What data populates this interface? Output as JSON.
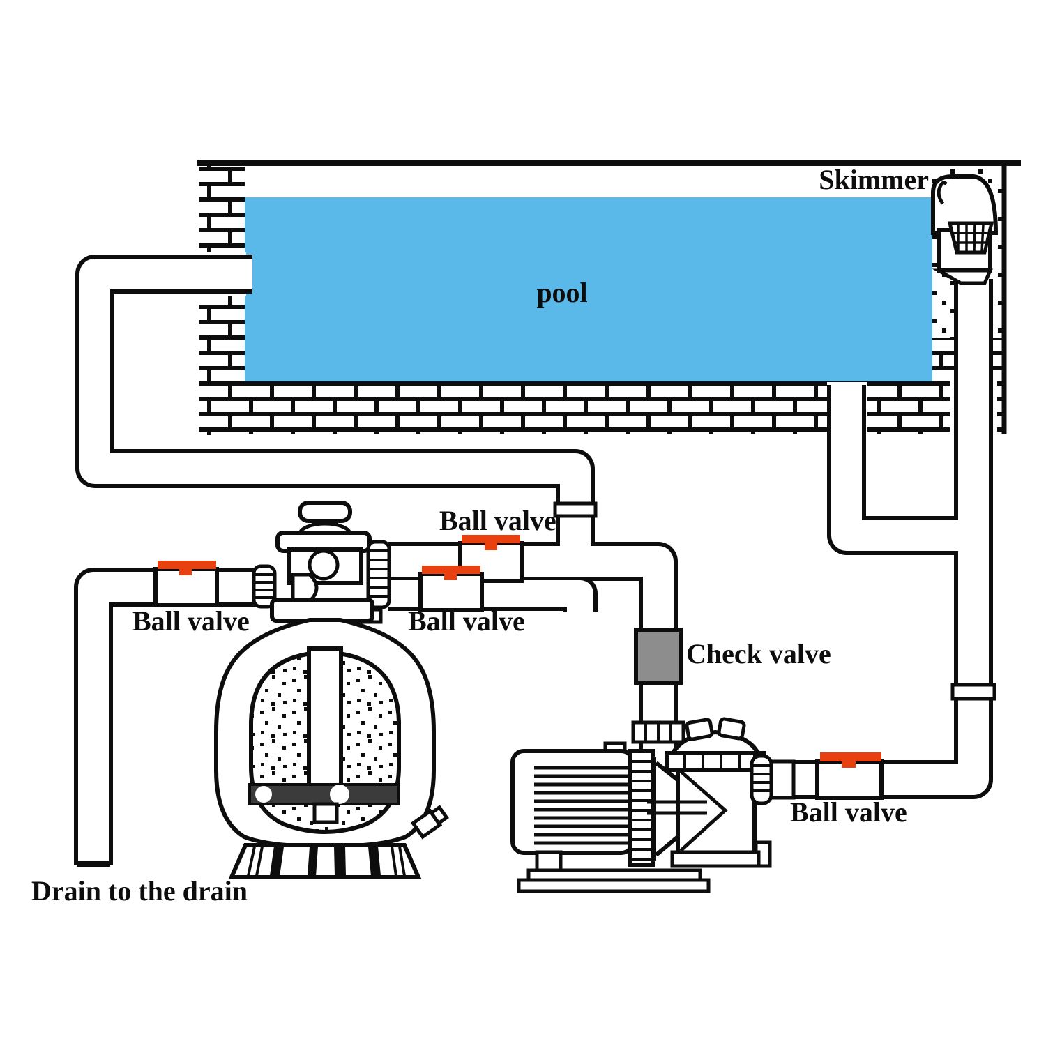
{
  "diagram": {
    "pool_label": "pool",
    "skimmer_label": "Skimmer",
    "check_valve_label": "Check valve",
    "drain_label": "Drain to the drain",
    "ball_valve_top_label": "Ball valve",
    "ball_valve_left_label": "Ball valve",
    "ball_valve_middle_label": "Ball valve",
    "ball_valve_pump_label": "Ball valve"
  },
  "colors": {
    "water": "#5ab9e9",
    "valve_handle": "#e8400e",
    "check_valve": "#8d8d8d",
    "laterals": "#3b3b3b",
    "line": "#0d0d0d"
  }
}
